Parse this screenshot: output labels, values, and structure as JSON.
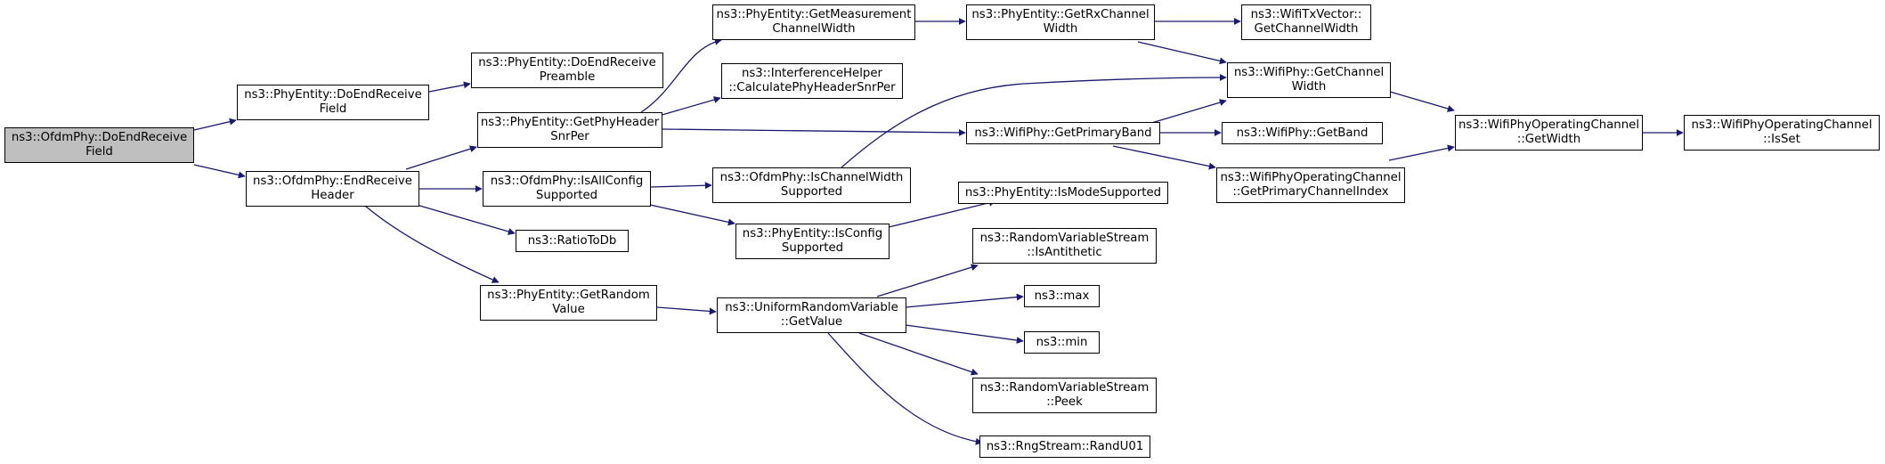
{
  "colors": {
    "edge": "#191970",
    "node_border": "#000000",
    "node_fill": "#ffffff",
    "root_fill": "#bfbfbf"
  },
  "nodes": {
    "n0": {
      "label": "ns3::OfdmPhy::DoEndReceive\nField"
    },
    "n1": {
      "label": "ns3::PhyEntity::DoEndReceive\nField"
    },
    "n2": {
      "label": "ns3::PhyEntity::DoEndReceive\nPreamble"
    },
    "n3": {
      "label": "ns3::OfdmPhy::EndReceive\nHeader"
    },
    "n4": {
      "label": "ns3::PhyEntity::GetPhyHeader\nSnrPer"
    },
    "n5": {
      "label": "ns3::PhyEntity::GetMeasurement\nChannelWidth"
    },
    "n6": {
      "label": "ns3::PhyEntity::GetRxChannel\nWidth"
    },
    "n7": {
      "label": "ns3::WifiTxVector::\nGetChannelWidth"
    },
    "n8": {
      "label": "ns3::WifiPhy::GetChannel\nWidth"
    },
    "n9": {
      "label": "ns3::WifiPhyOperatingChannel\n::GetWidth"
    },
    "n10": {
      "label": "ns3::WifiPhyOperatingChannel\n::IsSet"
    },
    "n11": {
      "label": "ns3::InterferenceHelper\n::CalculatePhyHeaderSnrPer"
    },
    "n12": {
      "label": "ns3::WifiPhy::GetPrimaryBand"
    },
    "n13": {
      "label": "ns3::WifiPhy::GetBand"
    },
    "n14": {
      "label": "ns3::WifiPhyOperatingChannel\n::GetPrimaryChannelIndex"
    },
    "n15": {
      "label": "ns3::OfdmPhy::IsAllConfig\nSupported"
    },
    "n16": {
      "label": "ns3::OfdmPhy::IsChannelWidth\nSupported"
    },
    "n17": {
      "label": "ns3::PhyEntity::IsConfig\nSupported"
    },
    "n18": {
      "label": "ns3::PhyEntity::IsModeSupported"
    },
    "n19": {
      "label": "ns3::RatioToDb"
    },
    "n20": {
      "label": "ns3::PhyEntity::GetRandom\nValue"
    },
    "n21": {
      "label": "ns3::UniformRandomVariable\n::GetValue"
    },
    "n22": {
      "label": "ns3::RandomVariableStream\n::IsAntithetic"
    },
    "n23": {
      "label": "ns3::max"
    },
    "n24": {
      "label": "ns3::min"
    },
    "n25": {
      "label": "ns3::RandomVariableStream\n::Peek"
    },
    "n26": {
      "label": "ns3::RngStream::RandU01"
    }
  }
}
